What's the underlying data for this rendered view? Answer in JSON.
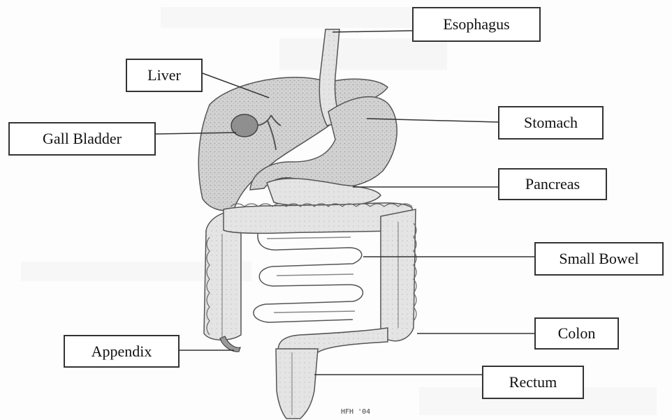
{
  "diagram": {
    "labels": {
      "esophagus": "Esophagus",
      "liver": "Liver",
      "gall_bladder": "Gall Bladder",
      "stomach": "Stomach",
      "pancreas": "Pancreas",
      "small_bowel": "Small Bowel",
      "appendix": "Appendix",
      "colon": "Colon",
      "rectum": "Rectum"
    },
    "signature": "HFH '04"
  }
}
